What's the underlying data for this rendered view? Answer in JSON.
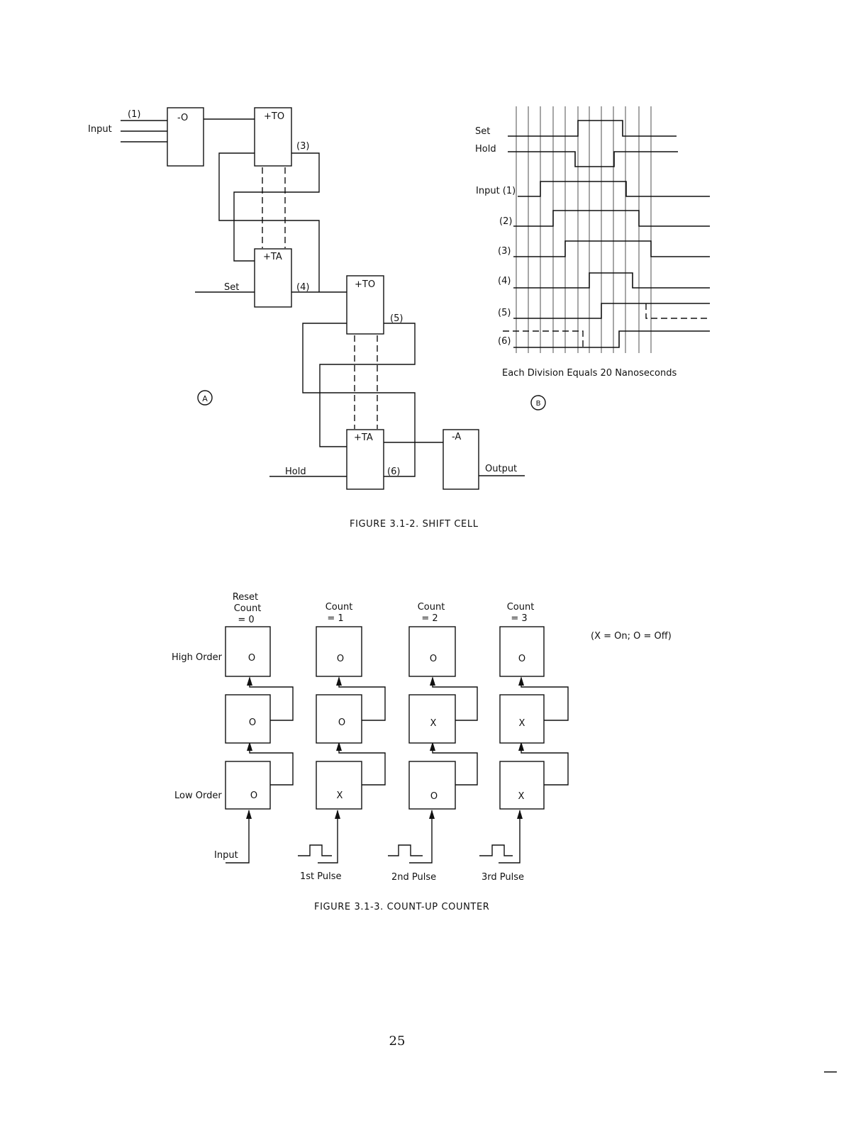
{
  "figure_a": {
    "badge": "A",
    "blocks": {
      "not_or": "-O",
      "to_upper": "+TO",
      "ta_upper": "+TA",
      "to_lower": "+TO",
      "ta_lower": "+TA",
      "not_and": "-A"
    },
    "labels": {
      "input": "Input",
      "n1": "(1)",
      "n3": "(3)",
      "set": "Set",
      "n4": "(4)",
      "n5": "(5)",
      "hold": "Hold",
      "n6": "(6)",
      "output": "Output"
    }
  },
  "figure_b": {
    "badge": "B",
    "signals": [
      "Set",
      "Hold",
      "Input (1)",
      "(2)",
      "(3)",
      "(4)",
      "(5)",
      "(6)"
    ],
    "note": "Each Division Equals 20 Nanoseconds"
  },
  "caption_1": "FIGURE 3.1-2.  SHIFT CELL",
  "counter": {
    "columns": [
      {
        "header": [
          "Reset",
          "Count",
          "= 0"
        ],
        "cells": [
          "O",
          "O",
          "O"
        ],
        "pulse": ""
      },
      {
        "header": [
          "Count",
          "= 1"
        ],
        "cells": [
          "O",
          "O",
          "X"
        ],
        "pulse": "1st Pulse"
      },
      {
        "header": [
          "Count",
          "= 2"
        ],
        "cells": [
          "O",
          "X",
          "O"
        ],
        "pulse": "2nd Pulse"
      },
      {
        "header": [
          "Count",
          "= 3"
        ],
        "cells": [
          "O",
          "X",
          "X"
        ],
        "pulse": "3rd Pulse"
      }
    ],
    "high_order": "High Order",
    "low_order": "Low Order",
    "input": "Input",
    "legend": "(X = On; O = Off)"
  },
  "caption_2": "FIGURE 3.1-3.  COUNT-UP COUNTER",
  "page_number": "25"
}
